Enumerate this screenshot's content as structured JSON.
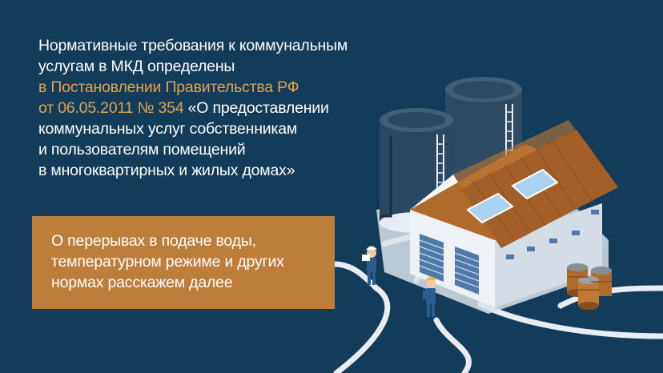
{
  "colors": {
    "background": "#123c5a",
    "accent_text": "#e3a24a",
    "callout_bg": "#bd7d3b",
    "roof": "#b06a2c",
    "tank": "#2c4a62"
  },
  "intro": {
    "line1": "Нормативные требования к коммунальным",
    "line2": "услугам в МКД определены",
    "line3_accent": "в Постановлении Правительства РФ",
    "line4_accent": "от 06.05.2011 № 354",
    "line4_rest": " «О предоставлении",
    "line5": "коммунальных услуг собственникам",
    "line6": "и пользователям помещений",
    "line7": "в многоквартирных и жилых домах»"
  },
  "callout": {
    "line1": "О перерывах в подаче воды,",
    "line2": "температурном режиме и других",
    "line3": "нормах расскажем далее"
  },
  "illustration": {
    "icons": [
      "water-tank-icon",
      "building-icon",
      "worker-icon",
      "barrel-icon",
      "pipeline-icon"
    ]
  }
}
